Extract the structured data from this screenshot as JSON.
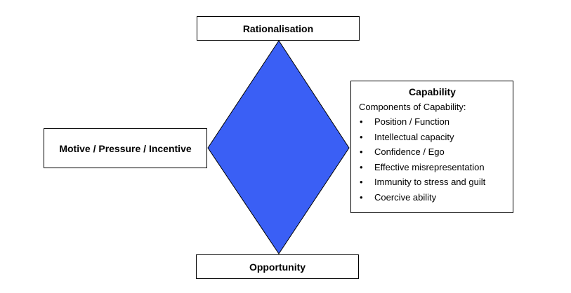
{
  "diagram": {
    "shape_color": "#3a5ff5",
    "shape_outline": "#000000",
    "top_label": "Rationalisation",
    "bottom_label": "Opportunity",
    "left_label": "Motive / Pressure / Incentive",
    "capability": {
      "title": "Capability",
      "subtitle": "Components of Capability:",
      "items": [
        "Position / Function",
        "Intellectual capacity",
        "Confidence / Ego",
        "Effective misrepresentation",
        "Immunity to stress and guilt",
        "Coercive ability"
      ]
    }
  }
}
